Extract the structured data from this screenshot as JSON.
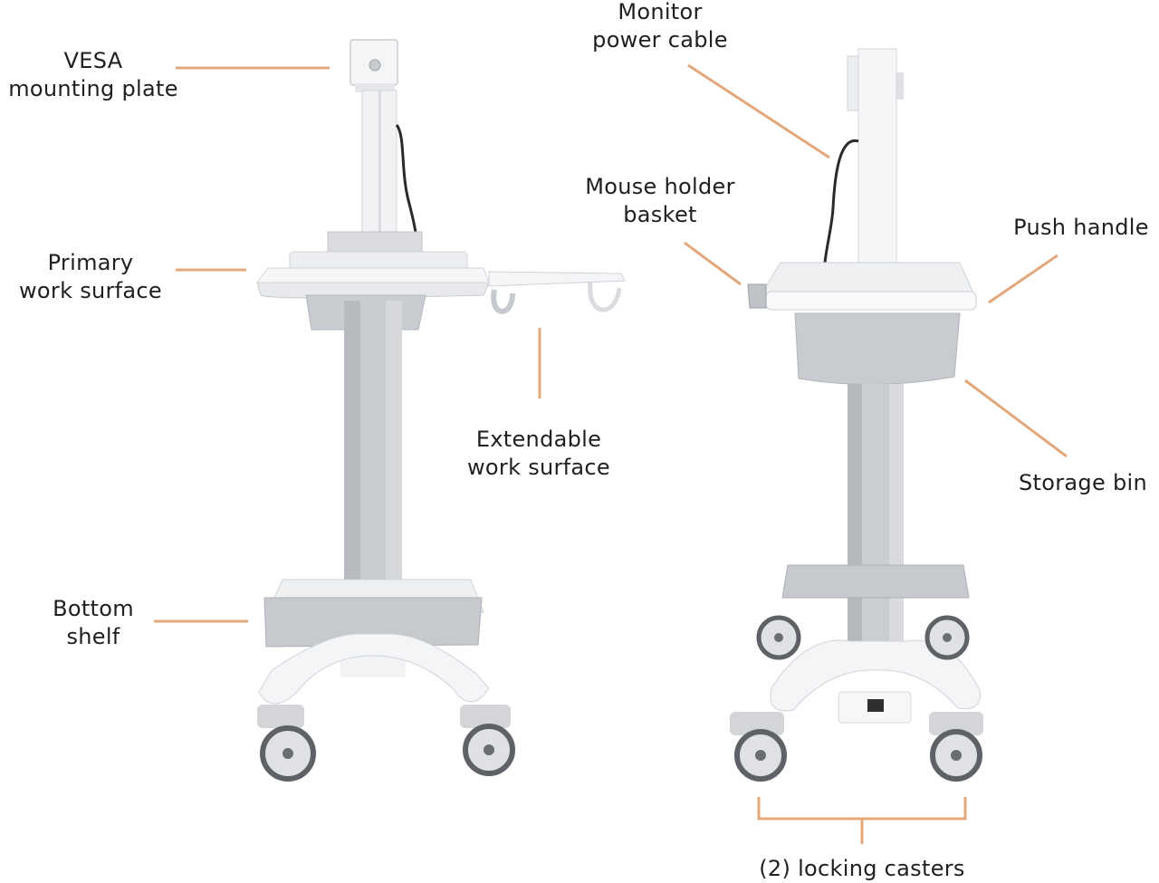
{
  "colors": {
    "leader": "#e2a87c",
    "text": "#1f1f1f",
    "cart_white": "#f3f4f6",
    "cart_light_gray": "#d6d8dc",
    "cart_mid_gray": "#b7babf",
    "caster_dark": "#5e6166"
  },
  "labels": {
    "vesa": {
      "line1": "VESA",
      "line2": "mounting plate"
    },
    "primary_surface": {
      "line1": "Primary",
      "line2": "work surface"
    },
    "bottom_shelf": {
      "line1": "Bottom",
      "line2": "shelf"
    },
    "extendable_surface": {
      "line1": "Extendable",
      "line2": "work surface"
    },
    "monitor_cable": {
      "line1": "Monitor",
      "line2": "power cable"
    },
    "mouse_basket": {
      "line1": "Mouse holder",
      "line2": "basket"
    },
    "push_handle": {
      "line1": "Push handle"
    },
    "storage_bin": {
      "line1": "Storage bin"
    },
    "casters": {
      "line1": "(2) locking casters"
    }
  }
}
